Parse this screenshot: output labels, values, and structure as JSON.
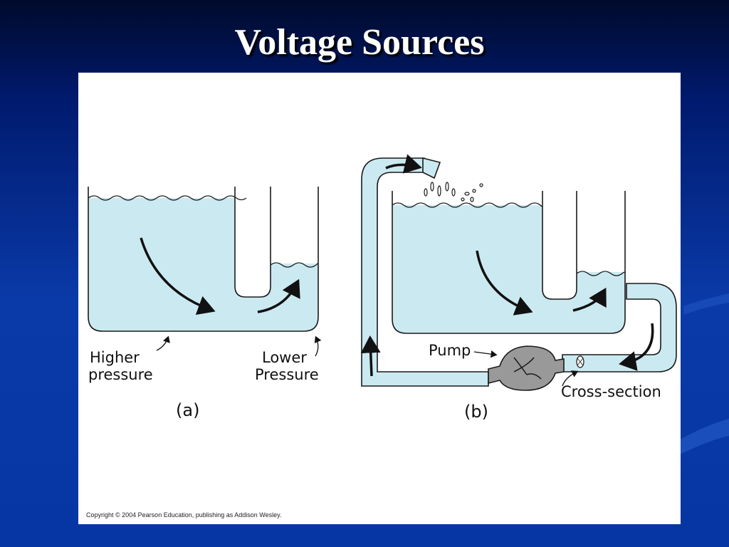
{
  "slide": {
    "title": "Voltage Sources",
    "copyright": "Copyright © 2004 Pearson Education, publishing as Addison Wesley."
  },
  "figure": {
    "a": {
      "caption": "(a)",
      "label_left_line1": "Higher",
      "label_left_line2": "pressure",
      "label_right_line1": "Lower",
      "label_right_line2": "Pressure"
    },
    "b": {
      "caption": "(b)",
      "pump_label": "Pump",
      "cross_section_label": "Cross-section"
    }
  },
  "colors": {
    "water": "#cbe9f0",
    "pump": "#999999",
    "outline": "#1a1a1a"
  }
}
